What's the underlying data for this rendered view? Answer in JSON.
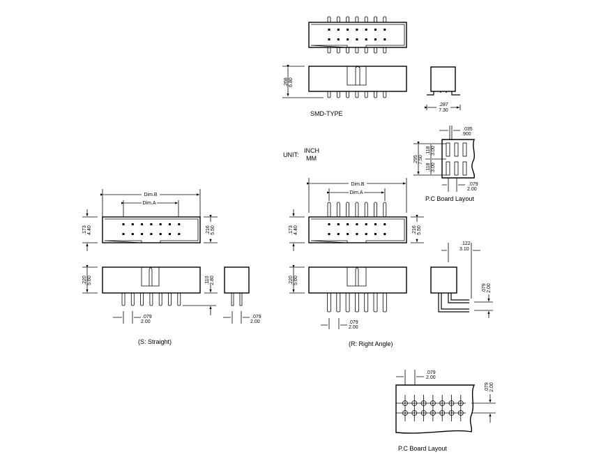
{
  "labels": {
    "smd_type": "SMD-TYPE",
    "unit": "UNIT:",
    "unit_inch": "INCH",
    "unit_mm": "MM",
    "pcb_layout_1": "P.C Board Layout",
    "pcb_layout_2": "P.C Board Layout",
    "straight": "(S: Straight)",
    "right_angle": "(R: Right Angle)",
    "dim_a": "Dim.A",
    "dim_b": "Dim.B"
  },
  "dims": {
    "smd_height": [
      ".268",
      "6.80"
    ],
    "smd_width": [
      ".287",
      "7.30"
    ],
    "pcb1_slot_w": [
      ".035",
      ".900"
    ],
    "pcb1_row": [
      ".118",
      "3.00"
    ],
    "pcb1_total": [
      ".295",
      "7.50"
    ],
    "pcb1_pitch": [
      ".079",
      "2.00"
    ],
    "top_inner": [
      ".173",
      "4.40"
    ],
    "top_outer": [
      ".216",
      "5.50"
    ],
    "side_height": [
      ".220",
      "5.60"
    ],
    "pin_len": [
      ".110",
      "2.80"
    ],
    "pitch": [
      ".079",
      "2.00"
    ],
    "ra_offset": [
      ".122",
      "3.10"
    ]
  },
  "colors": {
    "line": "#000000",
    "background": "#ffffff"
  }
}
